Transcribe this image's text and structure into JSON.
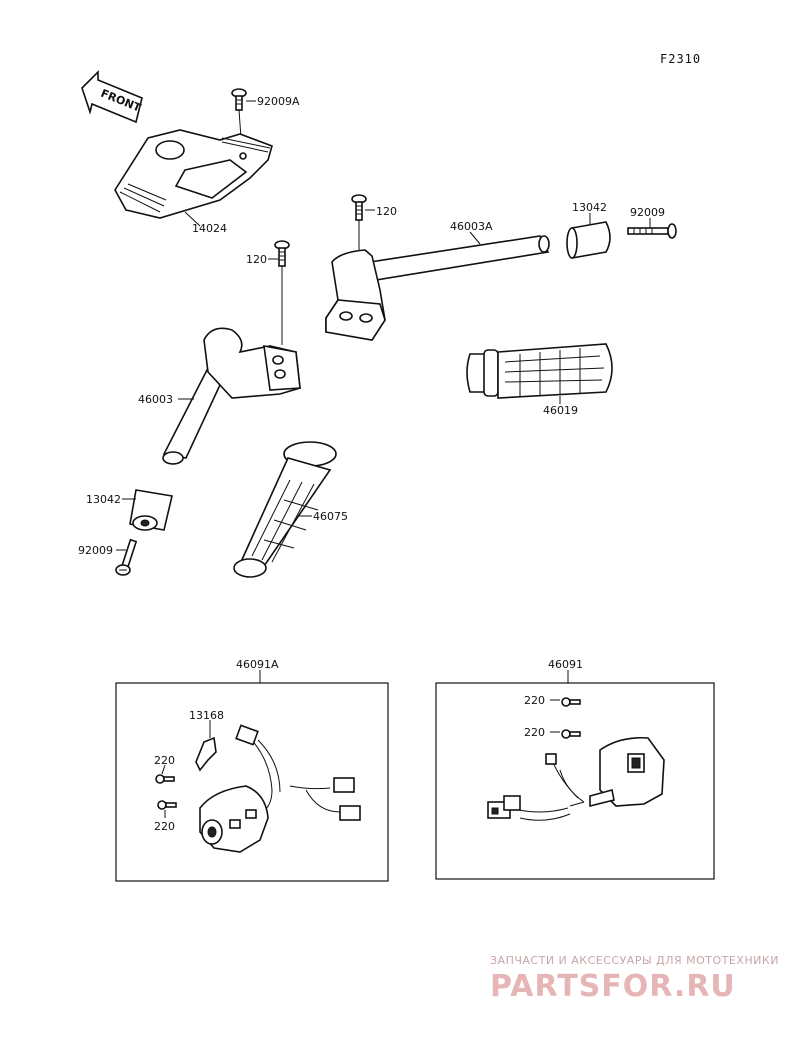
{
  "figure_code": "F2310",
  "front_label": "FRONT",
  "labels": {
    "p92009A": "92009A",
    "p14024": "14024",
    "p120_right": "120",
    "p46003A": "46003A",
    "p13042_right": "13042",
    "p92009_right": "92009",
    "p120_left": "120",
    "p46019": "46019",
    "p46003": "46003",
    "p13042_left": "13042",
    "p46075": "46075",
    "p92009_left": "92009",
    "p46091A": "46091A",
    "p46091": "46091",
    "p13168": "13168",
    "p220_a": "220",
    "p220_b": "220",
    "p220_c": "220",
    "p220_d": "220"
  },
  "watermark": {
    "tagline": "ЗАПЧАСТИ И АКСЕССУАРЫ ДЛЯ МОТОТЕХНИКИ",
    "logo": "PARTSFOR.RU"
  }
}
